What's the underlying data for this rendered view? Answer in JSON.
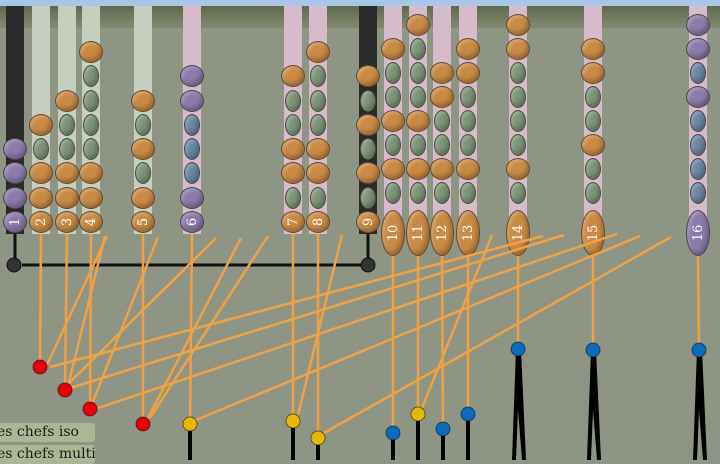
{
  "columns": [
    {
      "label": "1",
      "track": "black",
      "beads": [
        "P",
        "P",
        "P",
        "P"
      ]
    },
    {
      "label": "2",
      "track": "green",
      "beads": [
        "O",
        "O",
        "O",
        "G",
        "O"
      ]
    },
    {
      "label": "3",
      "track": "green",
      "beads": [
        "O",
        "O",
        "O",
        "G",
        "G",
        "O"
      ]
    },
    {
      "label": "4",
      "track": "green",
      "beads": [
        "O",
        "O",
        "O",
        "G",
        "G",
        "G",
        "G",
        "O"
      ]
    },
    {
      "label": "5",
      "track": "green",
      "beads": [
        "O",
        "O",
        "G",
        "O",
        "G",
        "O"
      ]
    },
    {
      "label": "6",
      "track": "pink",
      "beads": [
        "P",
        "P",
        "B",
        "B",
        "B",
        "P",
        "P"
      ]
    },
    {
      "label": "7",
      "track": "pink",
      "beads": [
        "O",
        "G",
        "O",
        "O",
        "G",
        "G",
        "O"
      ]
    },
    {
      "label": "8",
      "track": "pink",
      "beads": [
        "O",
        "G",
        "O",
        "O",
        "G",
        "G",
        "G",
        "O"
      ]
    },
    {
      "label": "9",
      "track": "black",
      "beads": [
        "O",
        "G",
        "O",
        "G",
        "O",
        "G",
        "O"
      ]
    },
    {
      "label": "10",
      "track": "pink",
      "big": true,
      "beads": [
        "O",
        "G",
        "O",
        "G",
        "O",
        "G",
        "G",
        "O"
      ]
    },
    {
      "label": "11",
      "track": "pink",
      "big": true,
      "beads": [
        "O",
        "G",
        "O",
        "G",
        "O",
        "G",
        "G",
        "G",
        "O"
      ]
    },
    {
      "label": "12",
      "track": "pink",
      "big": true,
      "beads": [
        "O",
        "G",
        "O",
        "G",
        "G",
        "O",
        "O"
      ]
    },
    {
      "label": "13",
      "track": "pink",
      "big": true,
      "beads": [
        "O",
        "G",
        "O",
        "G",
        "G",
        "G",
        "O",
        "O"
      ]
    },
    {
      "label": "14",
      "track": "pink",
      "big": true,
      "beads": [
        "O",
        "G",
        "O",
        "G",
        "G",
        "G",
        "G",
        "O",
        "O"
      ]
    },
    {
      "label": "15",
      "track": "pink",
      "big": true,
      "beads": [
        "O",
        "G",
        "G",
        "O",
        "G",
        "G",
        "O",
        "O"
      ]
    },
    {
      "label": "16",
      "track": "pink",
      "big": true,
      "beads": [
        "P",
        "B",
        "B",
        "B",
        "B",
        "P",
        "B",
        "P",
        "P"
      ]
    }
  ],
  "knobs": [
    {
      "column": "2",
      "color": "red"
    },
    {
      "column": "3",
      "color": "red"
    },
    {
      "column": "4",
      "color": "red"
    },
    {
      "column": "5",
      "color": "red"
    },
    {
      "column": "6",
      "color": "yellow"
    },
    {
      "column": "7",
      "color": "yellow"
    },
    {
      "column": "8",
      "color": "yellow"
    },
    {
      "column": "11",
      "color": "yellow"
    },
    {
      "column": "10",
      "color": "blue"
    },
    {
      "column": "12",
      "color": "blue"
    },
    {
      "column": "13",
      "color": "blue"
    },
    {
      "column": "14",
      "color": "blue"
    },
    {
      "column": "15",
      "color": "blue"
    },
    {
      "column": "16",
      "color": "blue"
    }
  ],
  "colors": {
    "O": "#c98a45",
    "G": "#7e9479",
    "P": "#8b7ba9",
    "B": "#6c87a3",
    "red": "#e8000a",
    "yellow": "#e6b800",
    "blue": "#0a6cc0",
    "wire": "#efa144",
    "track_black": "#2a2a2a",
    "track_green": "#c6cfbf",
    "track_pink": "#d6bccb"
  },
  "buttons": {
    "chefs_iso": "des chefs iso",
    "chefs_multi": "des chefs multi"
  }
}
